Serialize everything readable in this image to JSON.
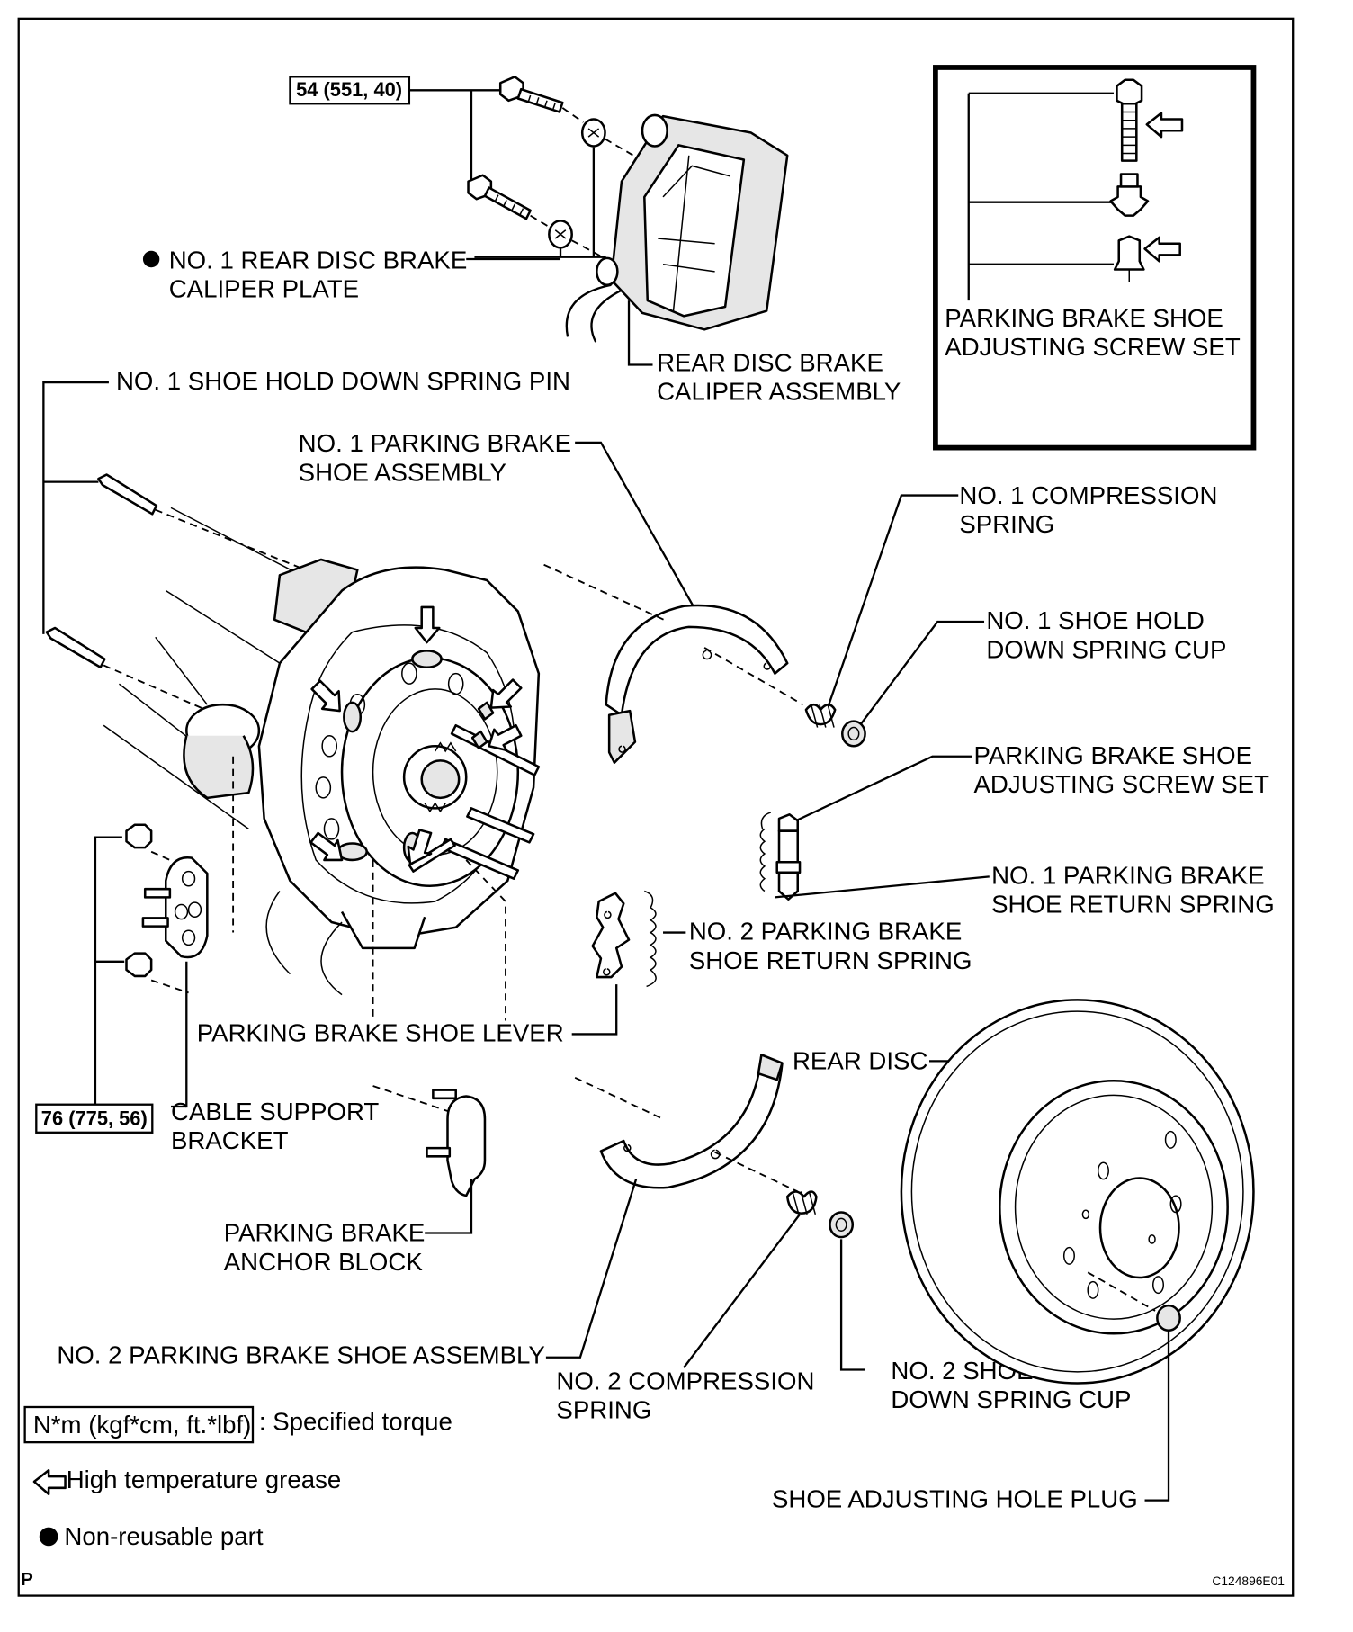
{
  "labels": {
    "torque_caliper": "54 (551, 40)",
    "rear_disc_brake_caliper_plate": [
      "NO. 1 REAR DISC BRAKE",
      "CALIPER PLATE"
    ],
    "rear_disc_brake_caliper_assembly": [
      "REAR DISC BRAKE",
      "CALIPER ASSEMBLY"
    ],
    "adjusting_screw_set_inset": [
      "PARKING BRAKE SHOE",
      "ADJUSTING SCREW SET"
    ],
    "shoe_hold_down_spring_pin": "NO. 1 SHOE HOLD DOWN SPRING PIN",
    "no1_parking_brake_shoe_assembly": [
      "NO. 1 PARKING BRAKE",
      "SHOE ASSEMBLY"
    ],
    "no1_compression_spring": [
      "NO. 1 COMPRESSION",
      "SPRING"
    ],
    "no1_shoe_hold_down_spring_cup": [
      "NO. 1 SHOE HOLD",
      "DOWN SPRING CUP"
    ],
    "adjusting_screw_set": [
      "PARKING BRAKE SHOE",
      "ADJUSTING SCREW SET"
    ],
    "no1_parking_brake_shoe_return_spring": [
      "NO. 1 PARKING BRAKE",
      "SHOE RETURN SPRING"
    ],
    "no2_parking_brake_shoe_return_spring": [
      "NO. 2 PARKING BRAKE",
      "SHOE RETURN SPRING"
    ],
    "parking_brake_shoe_lever": "PARKING BRAKE SHOE LEVER",
    "rear_disc": "REAR DISC",
    "torque_bracket": "76 (775, 56)",
    "cable_support_bracket": [
      "CABLE SUPPORT",
      "BRACKET"
    ],
    "parking_brake_anchor_block": [
      "PARKING BRAKE",
      "ANCHOR BLOCK"
    ],
    "no2_parking_brake_shoe_assembly": "NO. 2 PARKING BRAKE SHOE ASSEMBLY",
    "no2_compression_spring": [
      "NO. 2 COMPRESSION",
      "SPRING"
    ],
    "no2_shoe_hold_down_spring_cup": [
      "NO. 2 SHOE HOLD",
      "DOWN SPRING CUP"
    ],
    "shoe_adjusting_hole_plug": "SHOE ADJUSTING HOLE PLUG"
  },
  "legend": {
    "torque_unit": "N*m (kgf*cm, ft.*lbf)",
    "torque_text": ": Specified torque",
    "grease_text": "High temperature grease",
    "nonreusable_text": "Non-reusable part"
  },
  "footer": {
    "corner_mark": "P",
    "figure_code": "C124896E01"
  }
}
